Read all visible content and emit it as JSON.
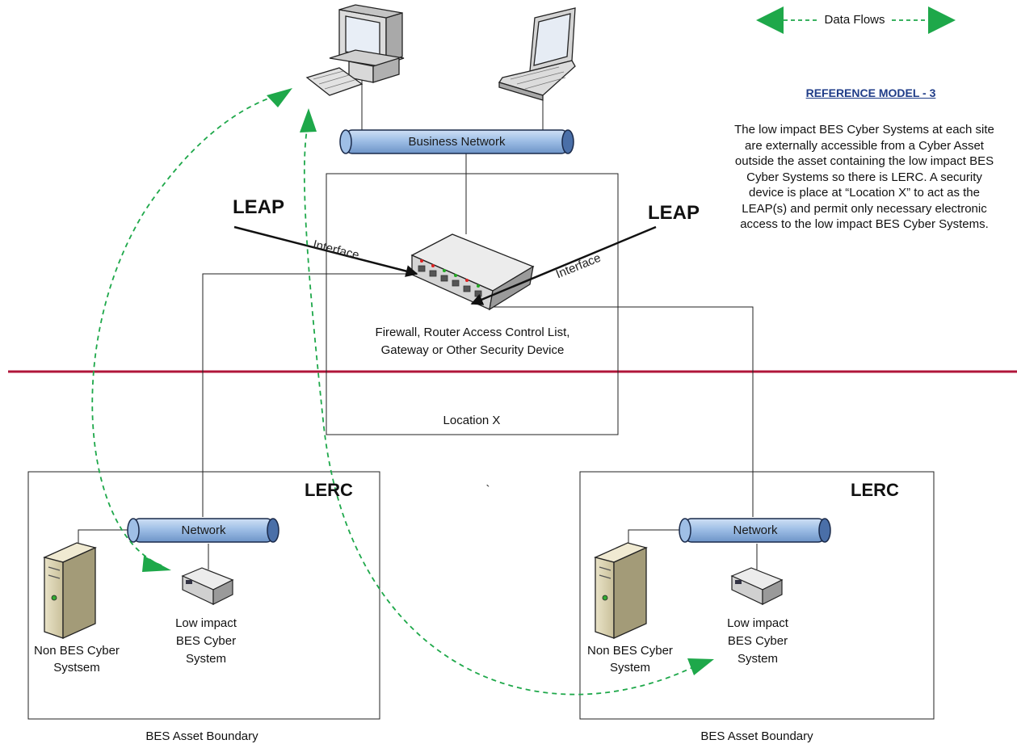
{
  "legend": {
    "label": "Data Flows",
    "color": "#1ea84a"
  },
  "reference": {
    "title": "REFERENCE MODEL - 3",
    "description": "The low impact BES Cyber Systems at each site are externally accessible from a Cyber Asset outside the asset containing the low impact BES Cyber Systems so there is LERC. A security device is place at “Location X” to act as the LEAP(s) and permit only necessary electronic access to the low impact BES Cyber Systems."
  },
  "business_network": {
    "label": "Business Network"
  },
  "security_device": {
    "label_line1": "Firewall, Router Access Control List,",
    "label_line2": "Gateway or Other Security Device"
  },
  "location": {
    "label": "Location X"
  },
  "leap": {
    "left": "LEAP",
    "right": "LEAP",
    "interface_left": "Interface",
    "interface_right": "Interface"
  },
  "boundary_color": "#b0163a",
  "sites": [
    {
      "lerc": "LERC",
      "network": "Network",
      "server_line1": "Non BES Cyber",
      "server_line2": "Systsem",
      "device_line1": "Low impact",
      "device_line2": "BES Cyber",
      "device_line3": "System",
      "boundary": "BES Asset Boundary"
    },
    {
      "lerc": "LERC",
      "network": "Network",
      "server_line1": "Non BES Cyber",
      "server_line2": "System",
      "device_line1": "Low impact",
      "device_line2": "BES Cyber",
      "device_line3": "System",
      "boundary": "BES Asset Boundary"
    }
  ],
  "stray_mark": "`",
  "icons": [
    "desktop-computer-icon",
    "laptop-icon",
    "security-switch-icon",
    "server-tower-icon",
    "small-device-icon"
  ]
}
